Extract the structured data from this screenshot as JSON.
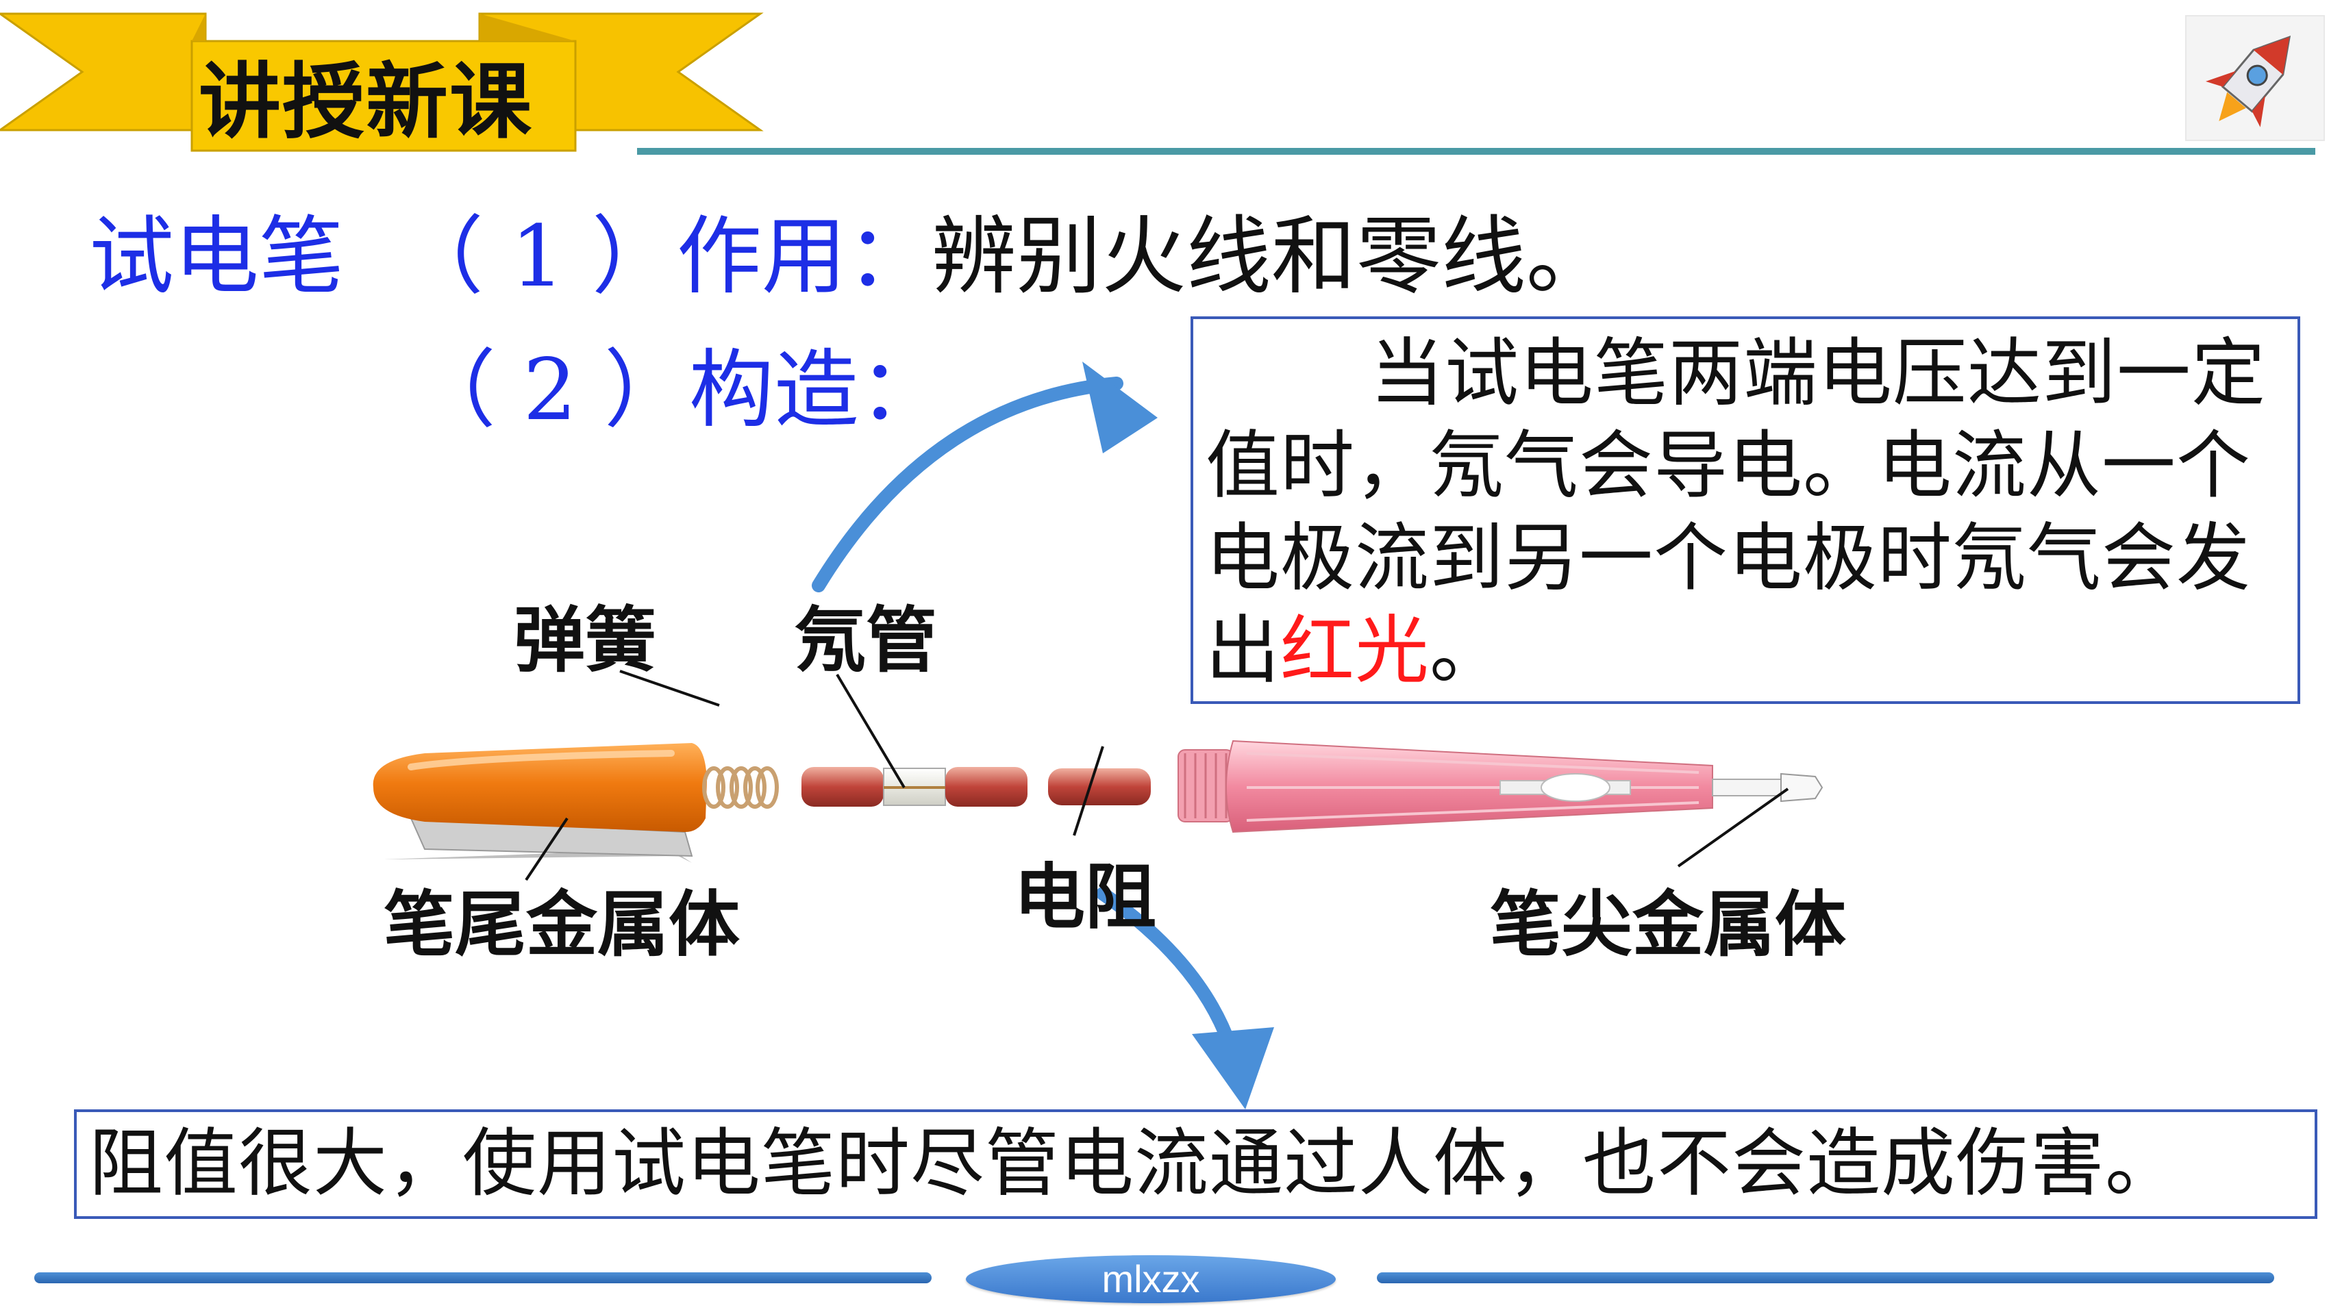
{
  "banner": {
    "title": "讲授新课"
  },
  "headline": {
    "subject": "试电笔",
    "item1_number": "（ 1 ）",
    "item1_key": "作用：",
    "item1_value": "辨别火线和零线。",
    "item2_number": "（ 2 ）",
    "item2_key": "构造："
  },
  "explanation": {
    "text_before": "当试电笔两端电压达到一定值时，氖气会导电。电流从一个电极流到另一个电极时氖气会发出",
    "highlight": "红光",
    "text_after": "。",
    "highlight_color": "#ff1a1a"
  },
  "labels": {
    "spring": "弹簧",
    "neon_tube": "氖管",
    "tail_metal": "笔尾金属体",
    "resistor": "电阻",
    "tip_metal": "笔尖金属体"
  },
  "resistor_note": "阻值很大，使用试电笔时尽管电流通过人体，也不会造成伤害。",
  "footer": {
    "text": "mlxzx"
  },
  "colors": {
    "heading_blue": "#1d2ee6",
    "box_border": "#3a5ab8",
    "banner_yellow": "#f7c200",
    "arrow_blue": "#4a8fd8",
    "teal_line": "#4a9aa5"
  },
  "icons": {
    "corner": "rocket-icon"
  }
}
